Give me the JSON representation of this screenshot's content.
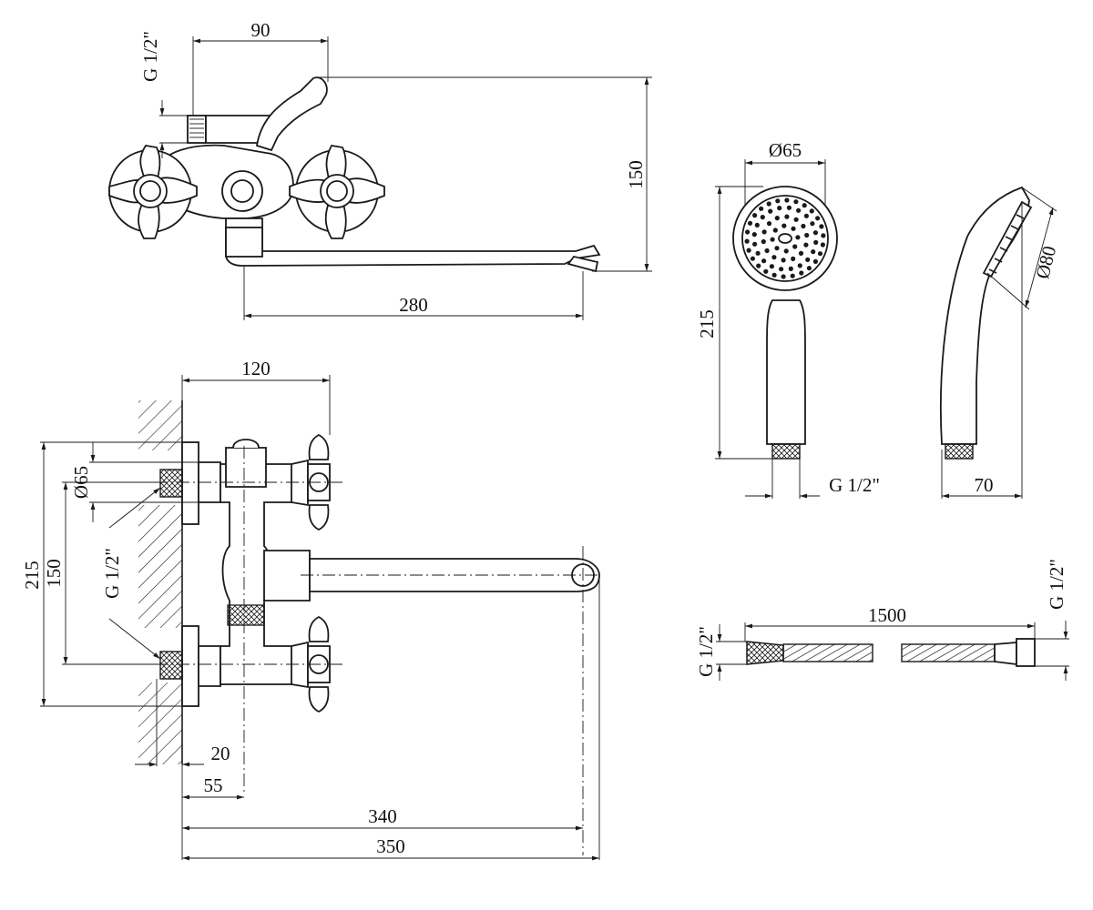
{
  "labels": {
    "top_thread": "G 1/2\"",
    "top_offset": "90",
    "top_height": "150",
    "top_spout": "280",
    "head_diameter": "Ø65",
    "head_length": "215",
    "head_thread": "G 1/2\"",
    "side_diameter": "Ø80",
    "side_depth": "70",
    "hose_length": "1500",
    "hose_thread_left": "G 1/2\"",
    "hose_thread_right": "G 1/2\"",
    "front_width": "120",
    "front_flange": "Ø65",
    "front_height": "215",
    "front_centers": "150",
    "front_thread": "G 1/2\"",
    "front_wall_gap": "20",
    "front_body_offset": "55",
    "front_spout_340": "340",
    "front_spout_350": "350"
  }
}
